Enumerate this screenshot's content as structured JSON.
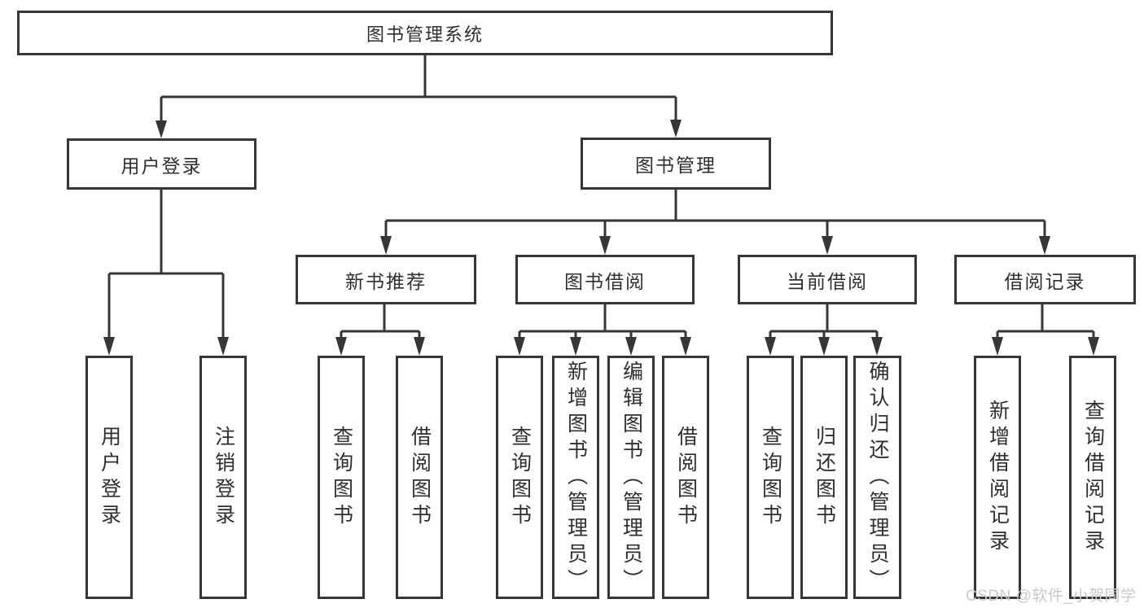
{
  "nodes": {
    "root": {
      "label": "图书管理系统"
    },
    "user_login": {
      "label": "用户登录"
    },
    "book_management": {
      "label": "图书管理"
    },
    "new_book_recommend": {
      "label": "新书推荐"
    },
    "book_borrow": {
      "label": "图书借阅"
    },
    "current_borrow": {
      "label": "当前借阅"
    },
    "borrow_records": {
      "label": "借阅记录"
    }
  },
  "leaves": {
    "user_login": [
      "用户登录",
      "注销登录"
    ],
    "new_book_recommend": [
      "查询图书",
      "借阅图书"
    ],
    "book_borrow": [
      "查询图书",
      "新增图书（管理员）",
      "编辑图书（管理员）",
      "借阅图书"
    ],
    "current_borrow": [
      "查询图书",
      "归还图书",
      "确认归还（管理员）"
    ],
    "borrow_records": [
      "新增借阅记录",
      "查询借阅记录"
    ]
  },
  "watermark": {
    "text": "CSDN @软件_小贺同学"
  },
  "colors": {
    "line": "#363636",
    "text": "#2f2f2f",
    "background": "#ffffff",
    "watermark": "#c9c9cd"
  }
}
